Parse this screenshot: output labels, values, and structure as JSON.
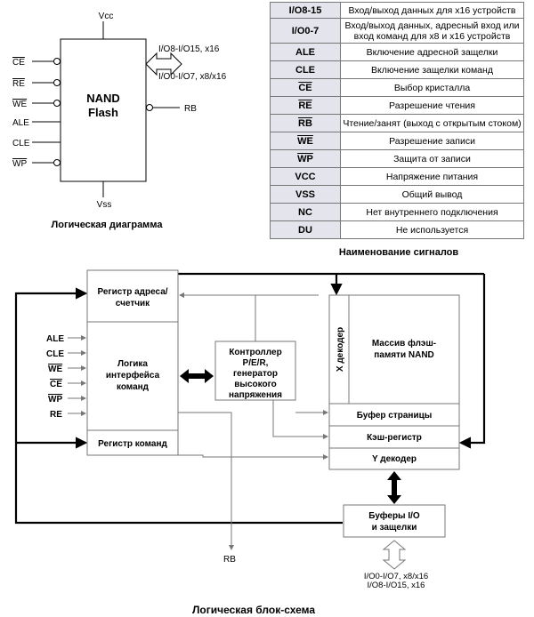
{
  "logic_diagram": {
    "chip_line1": "NAND",
    "chip_line2": "Flash",
    "vcc": "Vcc",
    "vss": "Vss",
    "rb": "RB",
    "io_x16": "I/O8-I/O15, x16",
    "io_x8": "I/O0-I/O7, x8/x16",
    "pins": [
      "CE",
      "RE",
      "WE",
      "ALE",
      "CLE",
      "WP"
    ],
    "caption": "Логическая диаграмма"
  },
  "signal_table": {
    "rows": [
      {
        "name": "I/O8-15",
        "desc": "Вход/выход данных для x16 устройств"
      },
      {
        "name": "I/O0-7",
        "desc": "Вход/выход данных, адресный вход или вход команд для x8 и x16 устройств"
      },
      {
        "name": "ALE",
        "desc": "Включение адресной защелки"
      },
      {
        "name": "CLE",
        "desc": "Включение защелки команд"
      },
      {
        "name": "CE",
        "desc": "Выбор кристалла"
      },
      {
        "name": "RE",
        "desc": "Разрешение чтения"
      },
      {
        "name": "RB",
        "desc": "Чтение/занят (выход с открытым стоком)"
      },
      {
        "name": "WE",
        "desc": "Разрешение записи"
      },
      {
        "name": "WP",
        "desc": "Защита от записи"
      },
      {
        "name": "VCC",
        "desc": "Напряжение питания"
      },
      {
        "name": "VSS",
        "desc": "Общий вывод"
      },
      {
        "name": "NC",
        "desc": "Нет внутреннего подключения"
      },
      {
        "name": "DU",
        "desc": "Не используется"
      }
    ],
    "caption": "Наименование сигналов"
  },
  "block_diagram": {
    "addr_reg_line1": "Регистр адреса/",
    "addr_reg_line2": "счетчик",
    "logic_line1": "Логика",
    "logic_line2": "интерфейса",
    "logic_line3": "команд",
    "cmd_reg": "Регистр команд",
    "ctrl_line1": "Контроллер",
    "ctrl_line2": "P/E/R,",
    "ctrl_line3": "генератор",
    "ctrl_line4": "высокого",
    "ctrl_line5": "напряжения",
    "x_decoder": "X декодер",
    "array_line1": "Массив флэш-",
    "array_line2": "памяти NAND",
    "page_buffer": "Буфер страницы",
    "cache_reg": "Кэш-регистр",
    "y_decoder": "Y декодер",
    "io_buf_line1": "Буферы I/O",
    "io_buf_line2": "и защелки",
    "inputs": [
      "ALE",
      "CLE",
      "WE",
      "CE",
      "WP",
      "RE"
    ],
    "rb": "RB",
    "io_line1": "I/O0-I/O7, x8/x16",
    "io_line2": "I/O8-I/O15, x16",
    "caption": "Логическая блок-схема"
  },
  "colors": {
    "table_header_bg": "#e4e4ec",
    "line": "#000000",
    "thin_line": "#777777"
  }
}
